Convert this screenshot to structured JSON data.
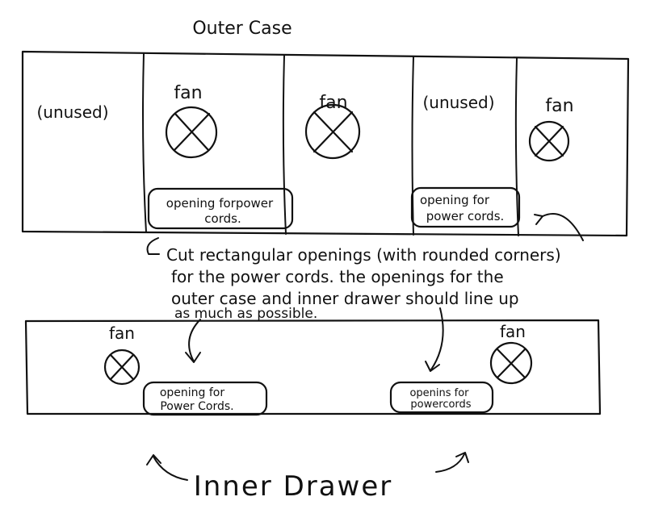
{
  "colors": {
    "ink": "#111111",
    "paper": "#ffffff"
  },
  "outer_case": {
    "title": "Outer Case",
    "compartments": [
      {
        "label": "(unused)"
      },
      {
        "label": "fan",
        "opening": [
          "opening forpower",
          "cords."
        ]
      },
      {
        "label": "fan"
      },
      {
        "label": "(unused)",
        "opening": [
          "opening for",
          "power cords."
        ]
      },
      {
        "label": "fan"
      }
    ]
  },
  "instruction": {
    "lines": [
      "Cut rectangular openings (with rounded corners)",
      "for the power cords. the openings for the",
      "outer case and inner drawer should line up",
      "as much as possible."
    ]
  },
  "inner_drawer": {
    "title": "Inner Drawer",
    "fan_labels": [
      "fan",
      "fan"
    ],
    "openings": [
      [
        "opening for",
        "Power Cords."
      ],
      [
        "openins for",
        "powercords"
      ]
    ]
  },
  "icons": [
    "fan-icon",
    "arrow-icon"
  ]
}
